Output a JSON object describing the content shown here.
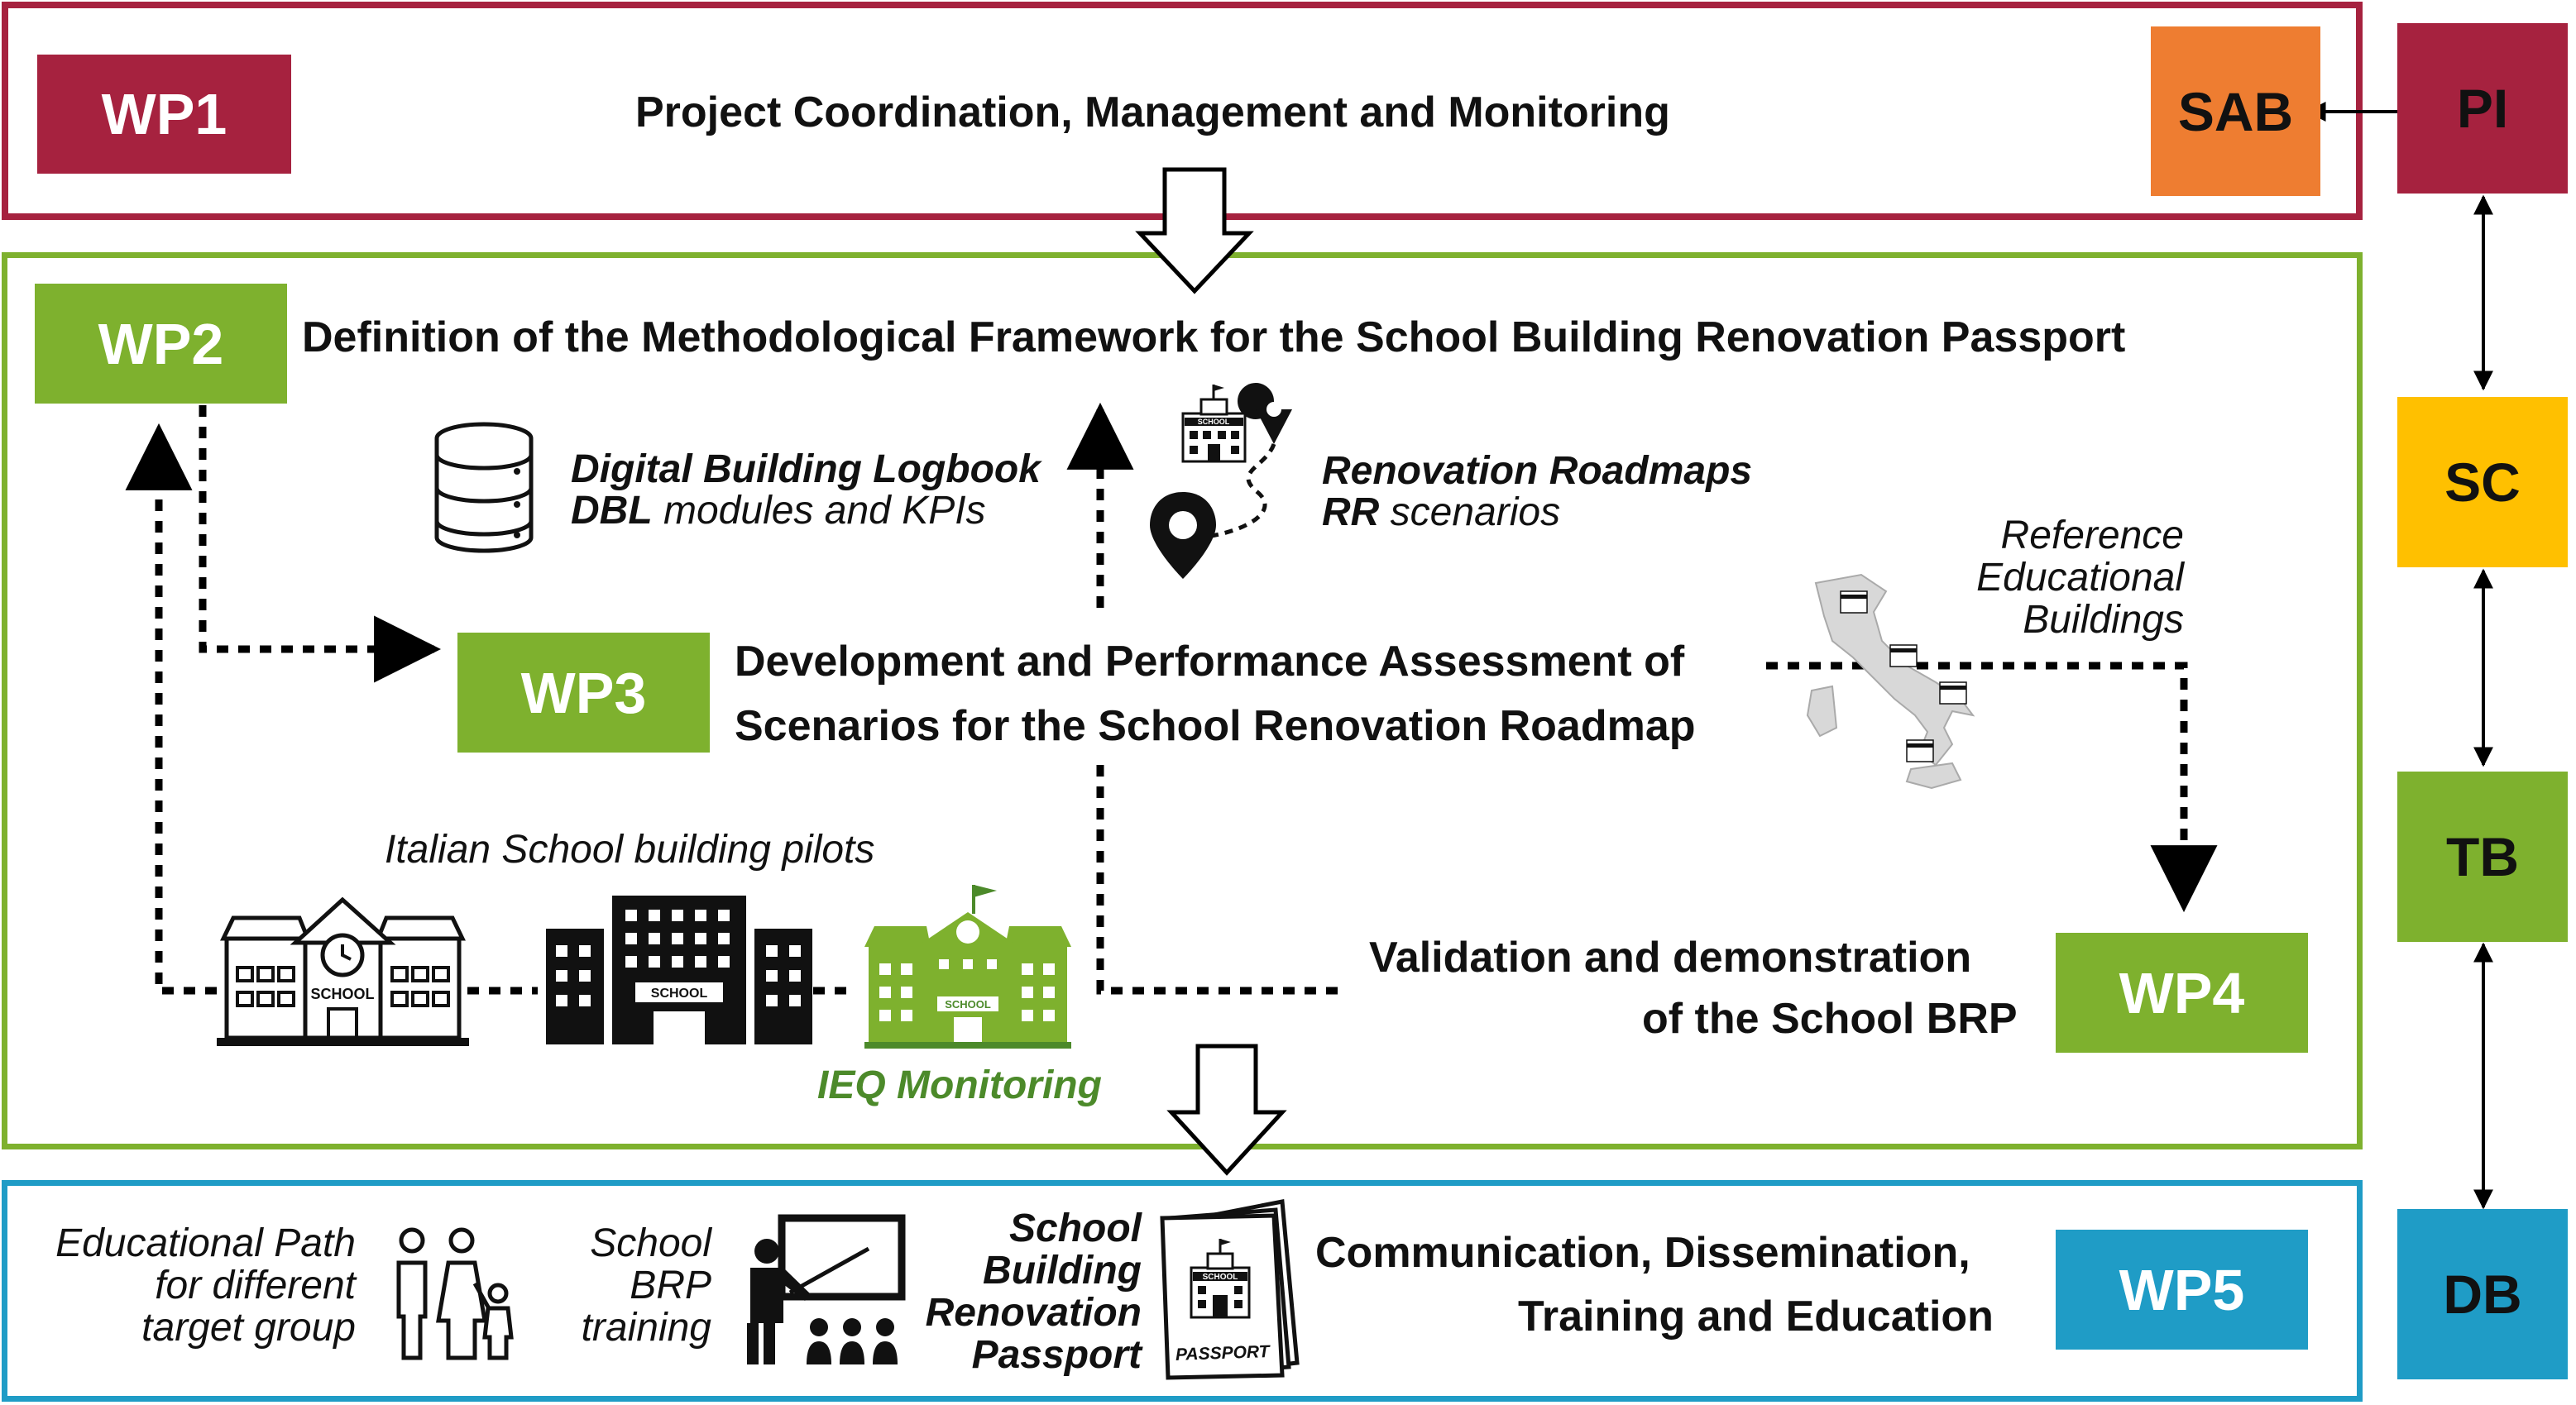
{
  "colors": {
    "wp1": "#A6223F",
    "wp2": "#7EB12E",
    "wp5": "#1F9CC6",
    "sab": "#EE7D31",
    "sc": "#FFC000",
    "ieq": "#4C8A2A"
  },
  "wp1": {
    "label": "WP1",
    "title": "Project Coordination, Management and Monitoring",
    "sab": "SAB"
  },
  "wp2": {
    "label": "WP2",
    "title": "Definition of the Methodological Framework for the School Building Renovation Passport",
    "dbl_line1": "Digital Building Logbook",
    "dbl_line2_bold": "DBL",
    "dbl_line2_rest": "modules and KPIs",
    "rr_line1": "Renovation Roadmaps",
    "rr_line2_bold": "RR",
    "rr_line2_rest": "scenarios",
    "reference_lines": [
      "Reference",
      "Educational",
      "Buildings"
    ],
    "pilots_caption": "Italian School building pilots",
    "ieq": "IEQ Monitoring",
    "school_sign": "SCHOOL"
  },
  "wp3": {
    "label": "WP3",
    "title_line1": "Development and Performance Assessment of",
    "title_line2": "Scenarios for the School Renovation Roadmap"
  },
  "wp4": {
    "label": "WP4",
    "title_line1": "Validation and demonstration",
    "title_line2": "of the School BRP"
  },
  "wp5": {
    "label": "WP5",
    "title_line1": "Communication, Dissemination,",
    "title_line2": "Training and Education",
    "edu_lines": [
      "Educational Path",
      "for different",
      "target group"
    ],
    "brp_lines": [
      "School",
      "BRP",
      "training"
    ],
    "passport_lines": [
      "School",
      "Building",
      "Renovation",
      "Passport"
    ],
    "passport_sign": "SCHOOL",
    "passport_word": "PASSPORT"
  },
  "side": {
    "pi": "PI",
    "sc": "SC",
    "tb": "TB",
    "db": "DB"
  },
  "icons": [
    "database-icon",
    "school-map-pin-icon",
    "route-pin-icon",
    "italy-map-icon",
    "school-building-icon",
    "family-icon",
    "teacher-board-icon",
    "passport-icon",
    "hollow-down-arrow-icon"
  ]
}
